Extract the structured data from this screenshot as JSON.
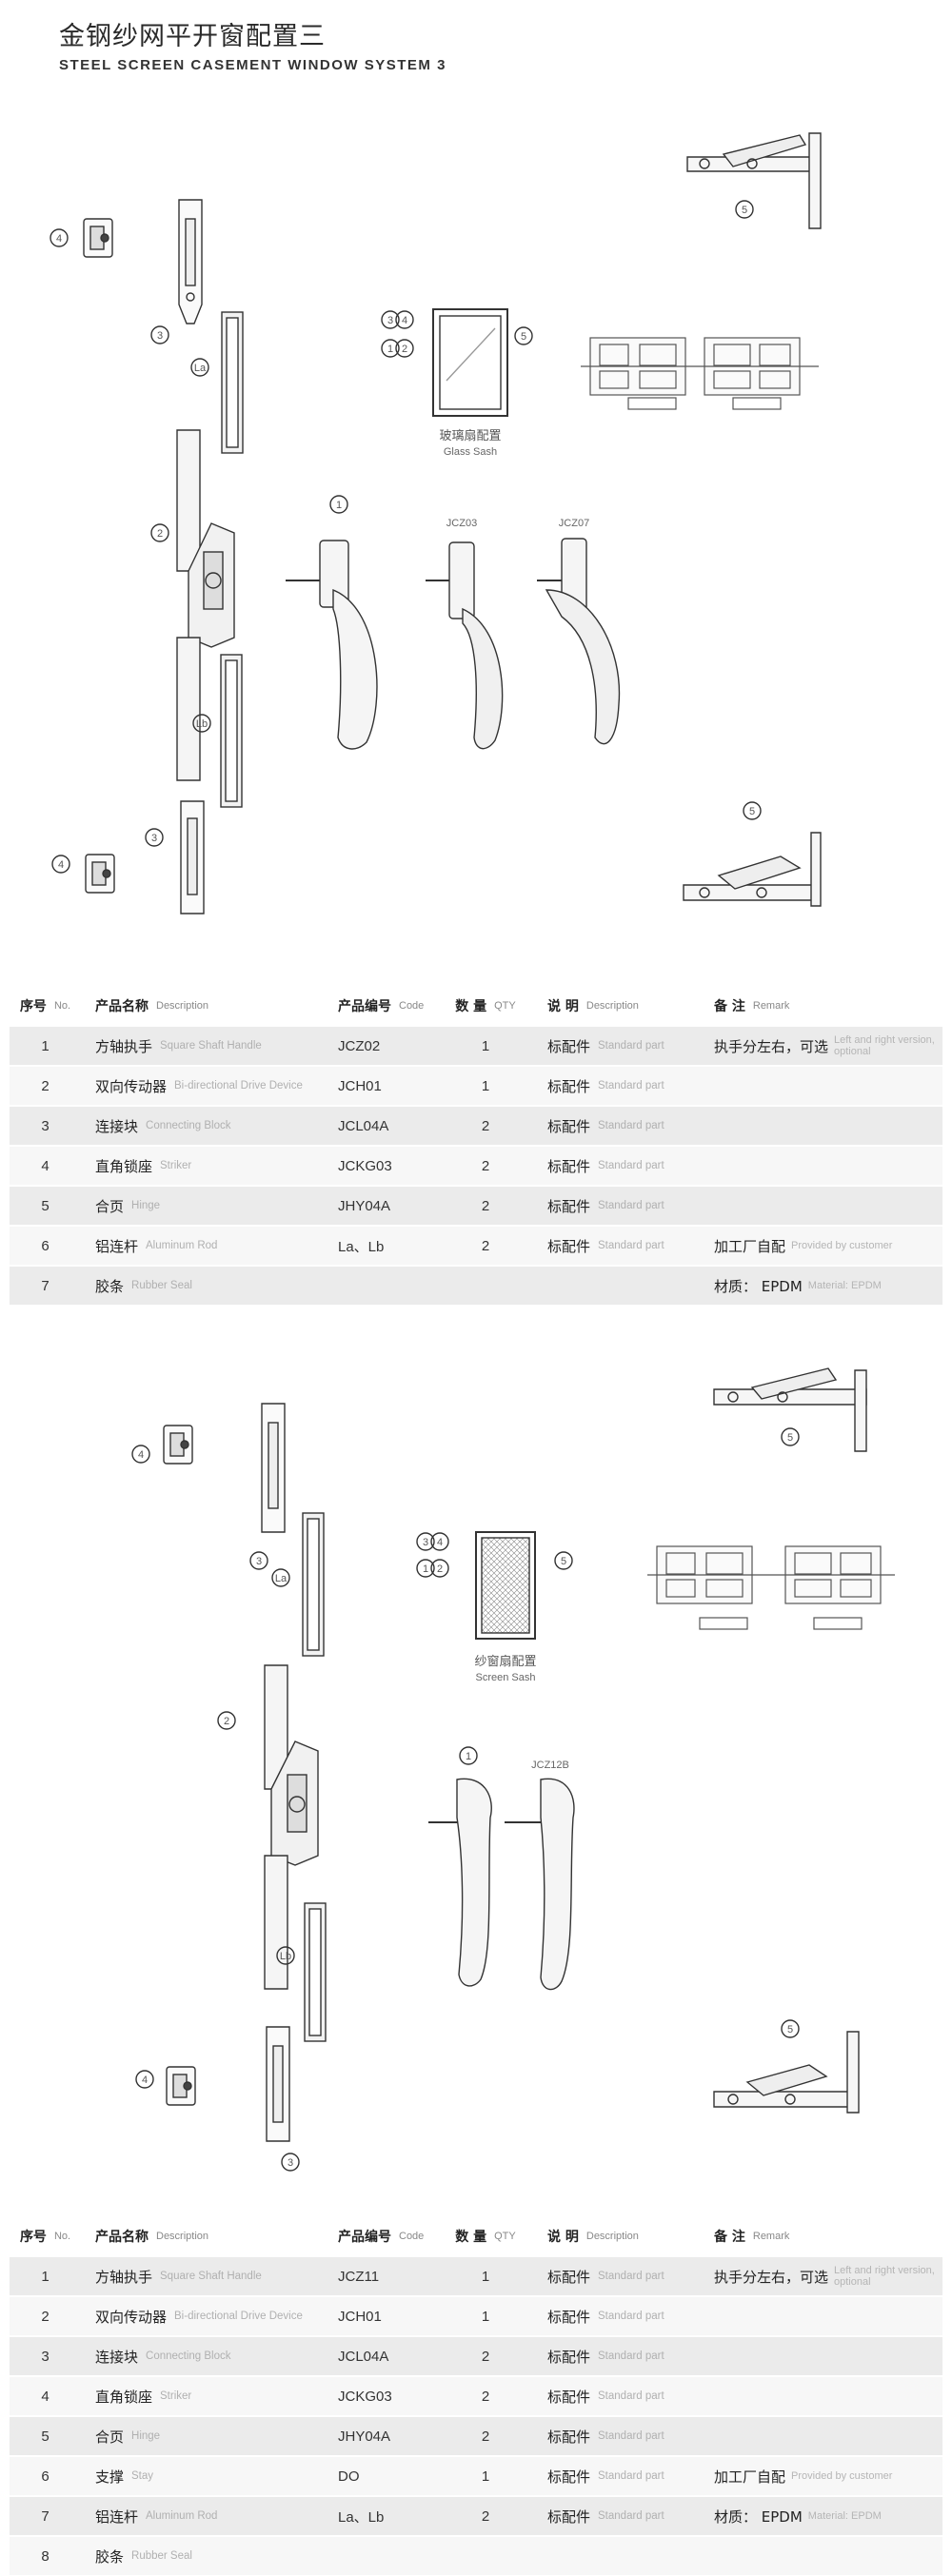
{
  "header": {
    "title_cn": "金钢纱网平开窗配置三",
    "title_en": "STEEL SCREEN CASEMENT WINDOW SYSTEM  3"
  },
  "drawing1": {
    "callouts": [
      "1",
      "2",
      "3",
      "4",
      "5",
      "La",
      "Lb"
    ],
    "sash_label_cn": "玻璃扇配置",
    "sash_label_en": "Glass Sash",
    "handle_codes": [
      "JCZ03",
      "JCZ07"
    ]
  },
  "table1": {
    "headers": [
      {
        "cn": "序号",
        "en": "No."
      },
      {
        "cn": "产品名称",
        "en": "Description"
      },
      {
        "cn": "产品编号",
        "en": "Code"
      },
      {
        "cn": "数 量",
        "en": "QTY"
      },
      {
        "cn": "说 明",
        "en": "Description"
      },
      {
        "cn": "备 注",
        "en": "Remark"
      }
    ],
    "rows": [
      {
        "no": "1",
        "name_cn": "方轴执手",
        "name_en": "Square Shaft Handle",
        "code": "JCZ02",
        "qty": "1",
        "desc_cn": "标配件",
        "desc_en": "Standard part",
        "remark_cn": "执手分左右，可选",
        "remark_en": "Left and right version, optional"
      },
      {
        "no": "2",
        "name_cn": "双向传动器",
        "name_en": "Bi-directional Drive Device",
        "code": "JCH01",
        "qty": "1",
        "desc_cn": "标配件",
        "desc_en": "Standard part",
        "remark_cn": "",
        "remark_en": ""
      },
      {
        "no": "3",
        "name_cn": "连接块",
        "name_en": "Connecting Block",
        "code": "JCL04A",
        "qty": "2",
        "desc_cn": "标配件",
        "desc_en": "Standard part",
        "remark_cn": "",
        "remark_en": ""
      },
      {
        "no": "4",
        "name_cn": "直角锁座",
        "name_en": "Striker",
        "code": "JCKG03",
        "qty": "2",
        "desc_cn": "标配件",
        "desc_en": "Standard part",
        "remark_cn": "",
        "remark_en": ""
      },
      {
        "no": "5",
        "name_cn": "合页",
        "name_en": "Hinge",
        "code": "JHY04A",
        "qty": "2",
        "desc_cn": "标配件",
        "desc_en": "Standard part",
        "remark_cn": "",
        "remark_en": ""
      },
      {
        "no": "6",
        "name_cn": "铝连杆",
        "name_en": "Aluminum Rod",
        "code": "La、Lb",
        "qty": "2",
        "desc_cn": "标配件",
        "desc_en": "Standard part",
        "remark_cn": "加工厂自配",
        "remark_en": "Provided by customer"
      },
      {
        "no": "7",
        "name_cn": "胶条",
        "name_en": "Rubber Seal",
        "code": "",
        "qty": "",
        "desc_cn": "",
        "desc_en": "",
        "remark_cn": "材质： EPDM",
        "remark_en": "Material: EPDM"
      }
    ]
  },
  "drawing2": {
    "callouts": [
      "1",
      "2",
      "3",
      "4",
      "5",
      "La",
      "Lb"
    ],
    "sash_label_cn": "纱窗扇配置",
    "sash_label_en": "Screen Sash",
    "handle_codes": [
      "JCZ12B"
    ]
  },
  "table2": {
    "headers": [
      {
        "cn": "序号",
        "en": "No."
      },
      {
        "cn": "产品名称",
        "en": "Description"
      },
      {
        "cn": "产品编号",
        "en": "Code"
      },
      {
        "cn": "数 量",
        "en": "QTY"
      },
      {
        "cn": "说 明",
        "en": "Description"
      },
      {
        "cn": "备 注",
        "en": "Remark"
      }
    ],
    "rows": [
      {
        "no": "1",
        "name_cn": "方轴执手",
        "name_en": "Square Shaft Handle",
        "code": "JCZ11",
        "qty": "1",
        "desc_cn": "标配件",
        "desc_en": "Standard part",
        "remark_cn": "执手分左右，可选",
        "remark_en": "Left and right version, optional"
      },
      {
        "no": "2",
        "name_cn": "双向传动器",
        "name_en": "Bi-directional Drive Device",
        "code": "JCH01",
        "qty": "1",
        "desc_cn": "标配件",
        "desc_en": "Standard part",
        "remark_cn": "",
        "remark_en": ""
      },
      {
        "no": "3",
        "name_cn": "连接块",
        "name_en": "Connecting Block",
        "code": "JCL04A",
        "qty": "2",
        "desc_cn": "标配件",
        "desc_en": "Standard part",
        "remark_cn": "",
        "remark_en": ""
      },
      {
        "no": "4",
        "name_cn": "直角锁座",
        "name_en": "Striker",
        "code": "JCKG03",
        "qty": "2",
        "desc_cn": "标配件",
        "desc_en": "Standard part",
        "remark_cn": "",
        "remark_en": ""
      },
      {
        "no": "5",
        "name_cn": "合页",
        "name_en": "Hinge",
        "code": "JHY04A",
        "qty": "2",
        "desc_cn": "标配件",
        "desc_en": "Standard part",
        "remark_cn": "",
        "remark_en": ""
      },
      {
        "no": "6",
        "name_cn": "支撑",
        "name_en": "Stay",
        "code": "DO",
        "qty": "1",
        "desc_cn": "标配件",
        "desc_en": "Standard part",
        "remark_cn": "加工厂自配",
        "remark_en": "Provided by customer"
      },
      {
        "no": "7",
        "name_cn": "铝连杆",
        "name_en": "Aluminum Rod",
        "code": "La、Lb",
        "qty": "2",
        "desc_cn": "标配件",
        "desc_en": "Standard part",
        "remark_cn": "材质： EPDM",
        "remark_en": "Material: EPDM"
      },
      {
        "no": "8",
        "name_cn": "胶条",
        "name_en": "Rubber Seal",
        "code": "",
        "qty": "",
        "desc_cn": "",
        "desc_en": "",
        "remark_cn": "",
        "remark_en": ""
      }
    ]
  }
}
